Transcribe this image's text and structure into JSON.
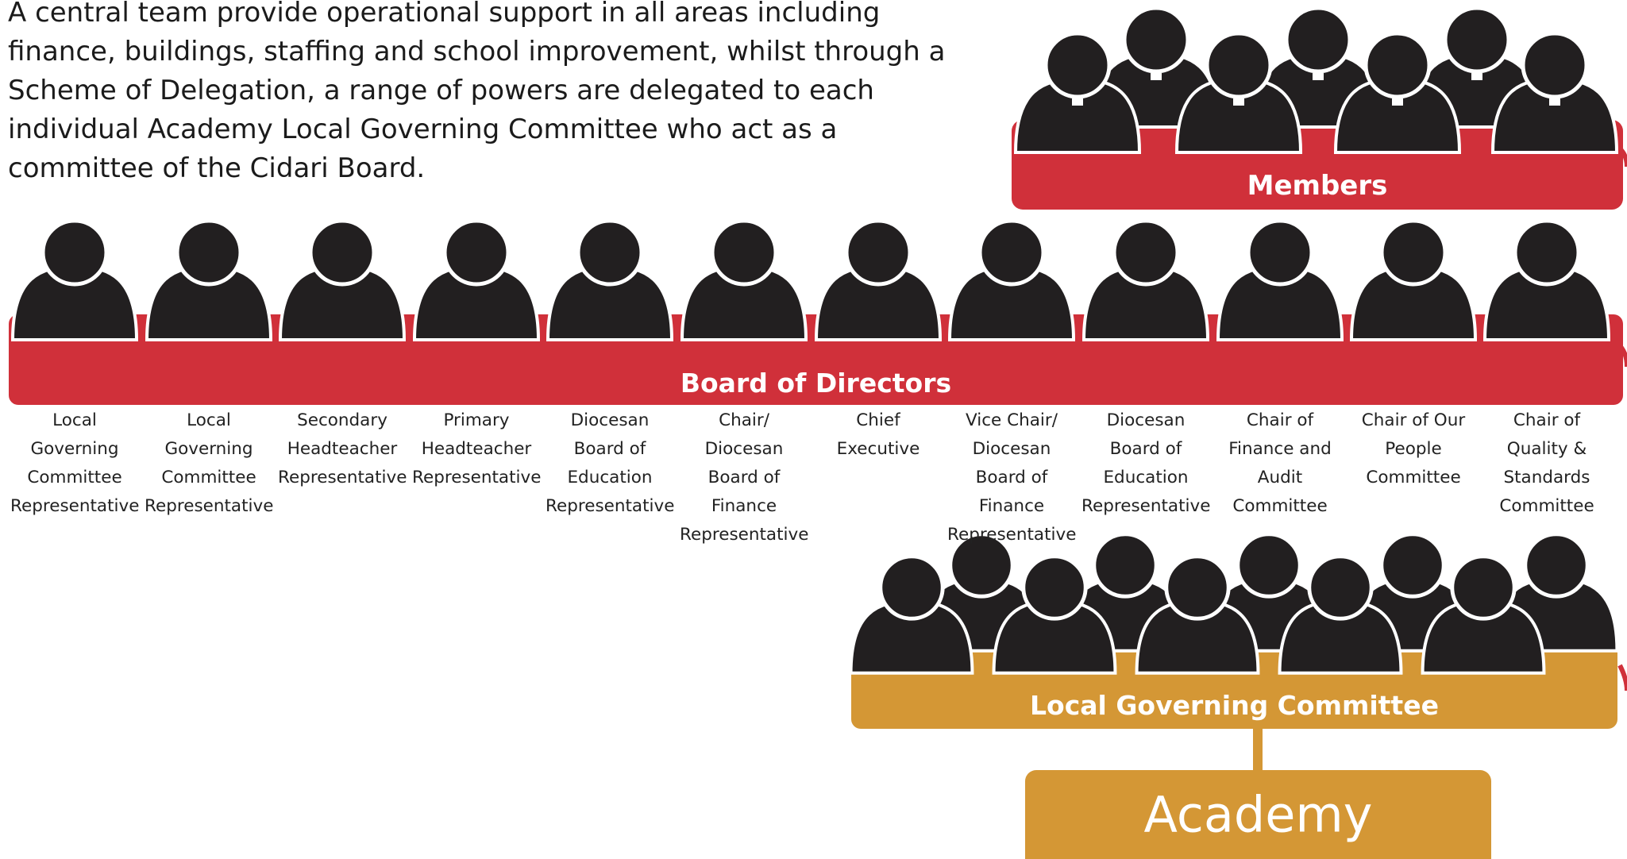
{
  "intro_text": "A central team provide operational support in all areas including finance, buildings, staffing and school improvement,  whilst through a Scheme of Delegation, a range of powers are delegated to each individual Academy Local Governing Committee who act as a committee of the Cidari Board.",
  "members": {
    "label": "Members",
    "figure_count": 7
  },
  "board": {
    "label": "Board of Directors",
    "roles": [
      "Local Governing Committee Representative",
      "Local Governing Committee Representative",
      "Secondary Headteacher Representative",
      "Primary Headteacher Representative",
      "Diocesan Board of Education Representative",
      "Chair/ Diocesan Board of Finance Representative",
      "Chief Executive",
      "Vice Chair/ Diocesan Board of Finance Representative",
      "Diocesan Board of Education Representative",
      "Chair of Finance and Audit Committee",
      "Chair of Our People Committee",
      "Chair of Quality & Standards Committee"
    ]
  },
  "lgc": {
    "label": "Local Governing Committee",
    "figure_count": 10
  },
  "academy": {
    "label": "Academy"
  },
  "colors": {
    "red": "#d0303a",
    "gold": "#d49735",
    "figure": "#221f20",
    "background": "#ffffff"
  },
  "icons": {
    "person": "person-silhouette-icon"
  }
}
